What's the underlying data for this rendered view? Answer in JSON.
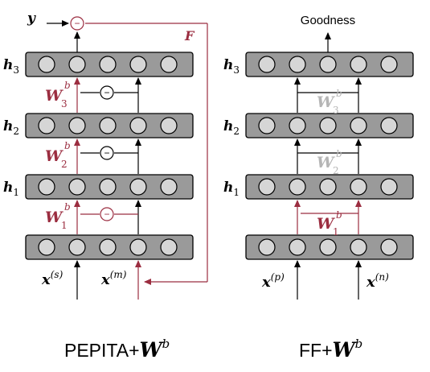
{
  "colors": {
    "accent": "#9b2d40",
    "neutral": "#000000",
    "layer_fill": "#9a9a9a",
    "neuron_fill": "#d6d6d6",
    "faded": "#b5b5b5"
  },
  "left_panel": {
    "caption_base": "PEPITA+",
    "caption_sym": "W",
    "caption_sup": "b",
    "target_label": "y",
    "feedback_label": "F",
    "layer_labels": [
      {
        "base": "h",
        "sub": "3"
      },
      {
        "base": "h",
        "sub": "2"
      },
      {
        "base": "h",
        "sub": "1"
      }
    ],
    "weight_labels": [
      {
        "base": "W",
        "sub": "3",
        "sup": "b"
      },
      {
        "base": "W",
        "sub": "2",
        "sup": "b"
      },
      {
        "base": "W",
        "sub": "1",
        "sup": "b"
      }
    ],
    "inputs": [
      {
        "base": "x",
        "sup": "(s)"
      },
      {
        "base": "x",
        "sup": "(m)"
      }
    ],
    "minus_symbol": "−"
  },
  "right_panel": {
    "caption_base": "FF+",
    "caption_sym": "W",
    "caption_sup": "b",
    "output_label": "Goodness",
    "layer_labels": [
      {
        "base": "h",
        "sub": "3"
      },
      {
        "base": "h",
        "sub": "2"
      },
      {
        "base": "h",
        "sub": "1"
      }
    ],
    "weight_labels": [
      {
        "base": "W",
        "sub": "3",
        "sup": "b"
      },
      {
        "base": "W",
        "sub": "2",
        "sup": "b"
      },
      {
        "base": "W",
        "sub": "1",
        "sup": "b"
      }
    ],
    "inputs": [
      {
        "base": "x",
        "sup": "(p)"
      },
      {
        "base": "x",
        "sup": "(n)"
      }
    ]
  }
}
